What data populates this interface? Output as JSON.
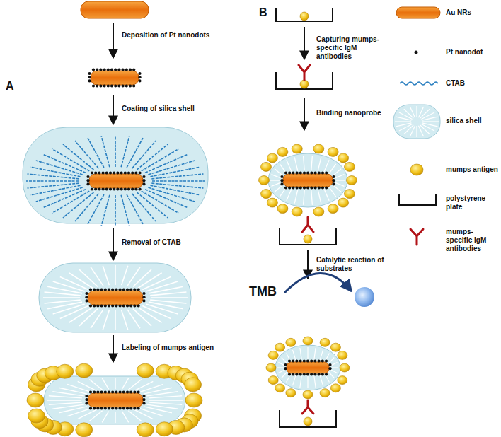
{
  "diagram": {
    "labels": [
      "A",
      "Deposition of Pt nanodots",
      "Coating of silica shell",
      "Removal of CTAB",
      "Labeling of mumps antigen",
      "B",
      "Capturing mumps-specific IgM antibodies",
      "Binding nanoprobe",
      "Catalytic reaction of substrates",
      "TMB"
    ],
    "legend": [
      {
        "text": "Au NRs"
      },
      {
        "text": "Pt nanodot"
      },
      {
        "text": "CTAB"
      },
      {
        "text": "silica shell"
      },
      {
        "text": "mumps antigen"
      },
      {
        "text": "polystyrene plate"
      },
      {
        "text": "mumps-specific IgM antibodies"
      }
    ]
  }
}
